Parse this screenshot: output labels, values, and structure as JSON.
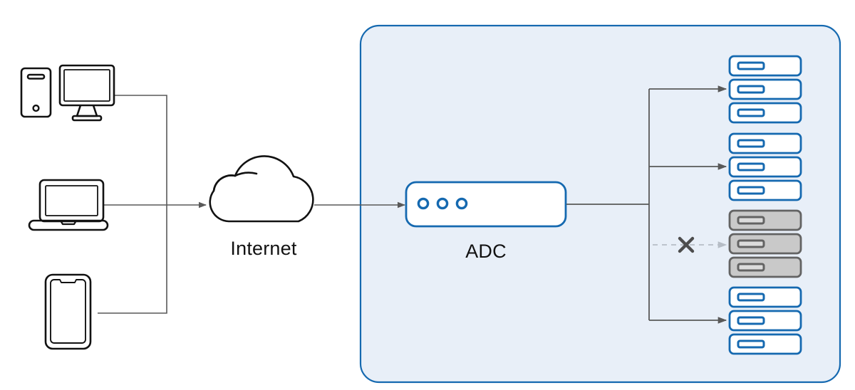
{
  "diagram": {
    "title": "ADC load balancing topology",
    "type": "network-architecture",
    "colors": {
      "accent_blue": "#1569b0",
      "panel_fill": "#e8eff8",
      "panel_border": "#1569b0",
      "server_fill": "#ffffff",
      "server_border": "#1569b0",
      "server_bar": "#1569b0",
      "failed_server_fill": "#c9c9c9",
      "failed_server_border": "#636363",
      "failed_server_bar": "#d8d8d8",
      "device_outline": "#121212",
      "connector": "#595959",
      "failed_connector": "#b6bdc6",
      "x_mark": "#4d4d4d",
      "label_text": "#121212",
      "page_background": "#ffffff"
    },
    "clients": [
      {
        "name": "desktop-computer",
        "icon": "desktop-computer-icon",
        "label": ""
      },
      {
        "name": "laptop",
        "icon": "laptop-icon",
        "label": ""
      },
      {
        "name": "smartphone",
        "icon": "smartphone-icon",
        "label": ""
      }
    ],
    "internet": {
      "label": "Internet",
      "icon": "cloud-icon"
    },
    "adc": {
      "label": "ADC",
      "icon": "appliance-icon",
      "led_count": 3
    },
    "panel": {
      "name": "data-center-panel"
    },
    "server_groups": [
      {
        "name": "server-group-1",
        "status": "active",
        "connector": "solid",
        "server_count": 3,
        "servers": [
          {
            "label": ""
          },
          {
            "label": ""
          },
          {
            "label": ""
          }
        ]
      },
      {
        "name": "server-group-2",
        "status": "active",
        "connector": "solid",
        "server_count": 3,
        "servers": [
          {
            "label": ""
          },
          {
            "label": ""
          },
          {
            "label": ""
          }
        ]
      },
      {
        "name": "server-group-3",
        "status": "failed",
        "connector": "dashed",
        "marker": "x-mark",
        "server_count": 3,
        "servers": [
          {
            "label": ""
          },
          {
            "label": ""
          },
          {
            "label": ""
          }
        ]
      },
      {
        "name": "server-group-4",
        "status": "active",
        "connector": "solid",
        "server_count": 3,
        "servers": [
          {
            "label": ""
          },
          {
            "label": ""
          },
          {
            "label": ""
          }
        ]
      }
    ]
  }
}
